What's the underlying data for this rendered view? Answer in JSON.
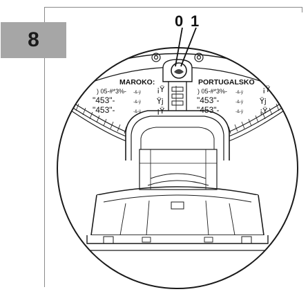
{
  "step": {
    "number": "8"
  },
  "callouts": {
    "a": "0",
    "b": "1"
  },
  "dial": {
    "left_header": "MAROKO:",
    "right_header": "PORTUGALSKO",
    "rows": [
      {
        "left_text": ") 05-#*3%-",
        "left_mid": "-&-ÿ",
        "left_mark": "¡Ÿ",
        "right_text": ") 05-#*3%-",
        "right_mid": "-&-ÿ",
        "right_mark": "¡Ÿ"
      },
      {
        "left_text": "\"453\"-",
        "left_mid": "-&-ÿ",
        "left_mark": "Ÿj",
        "right_text": "\"453\"-",
        "right_mid": "-&-ÿ",
        "right_mark": "Ÿj"
      },
      {
        "left_text": "\"453\"-",
        "left_mid": "-&-ÿ",
        "left_mark": "¡Ÿ",
        "right_text": "\"453\"-",
        "right_mid": "-&-ÿ",
        "right_mark": "¡Ÿ"
      }
    ]
  }
}
